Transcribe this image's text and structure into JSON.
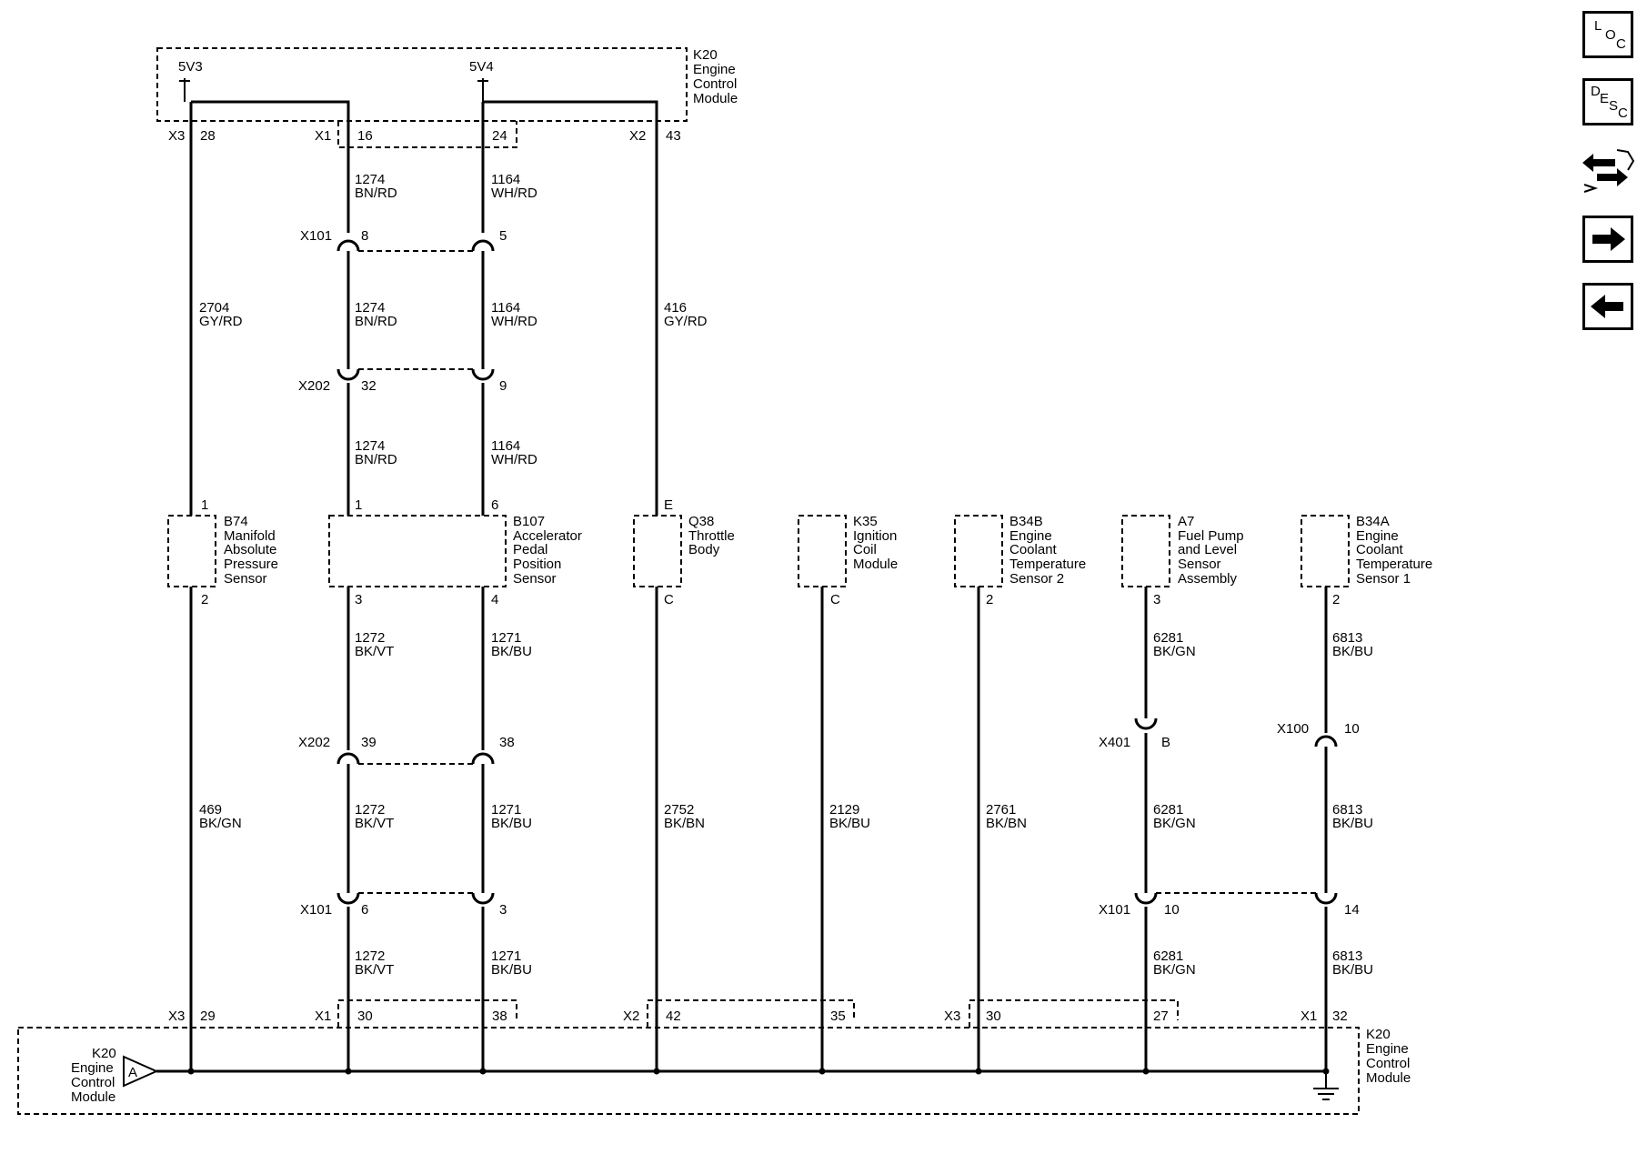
{
  "sidebar": {
    "loc": [
      "L",
      "O",
      "C"
    ],
    "desc": [
      "D",
      "E",
      "S",
      "C"
    ]
  },
  "ecm_top": {
    "ref": "K20",
    "name_lines": [
      "Engine",
      "Control",
      "Module"
    ]
  },
  "ecm_bottom": {
    "ref": "K20",
    "name_lines": [
      "Engine",
      "Control",
      "Module"
    ]
  },
  "ecm_left": {
    "ref": "K20",
    "name_lines": [
      "Engine",
      "Control",
      "Module"
    ],
    "ground_tag": "A"
  },
  "supplies": [
    "5V3",
    "5V4"
  ],
  "top_terminals": {
    "x3": "X3",
    "t28": "28",
    "x1": "X1",
    "t16": "16",
    "t24": "24",
    "x2": "X2",
    "t43": "43"
  },
  "bottom_terminals": {
    "x3a": "X3",
    "t29": "29",
    "x1a": "X1",
    "t30a": "30",
    "t38": "38",
    "x2": "X2",
    "t42": "42",
    "t35": "35",
    "x3b": "X3",
    "t30b": "30",
    "t27": "27",
    "x1b": "X1",
    "t32": "32"
  },
  "wires": {
    "w2704": [
      "2704",
      "GY/RD"
    ],
    "w1274a": [
      "1274",
      "BN/RD"
    ],
    "w1274b": [
      "1274",
      "BN/RD"
    ],
    "w1274c": [
      "1274",
      "BN/RD"
    ],
    "w1164a": [
      "1164",
      "WH/RD"
    ],
    "w1164b": [
      "1164",
      "WH/RD"
    ],
    "w1164c": [
      "1164",
      "WH/RD"
    ],
    "w416": [
      "416",
      "GY/RD"
    ],
    "w469": [
      "469",
      "BK/GN"
    ],
    "w1272a": [
      "1272",
      "BK/VT"
    ],
    "w1272b": [
      "1272",
      "BK/VT"
    ],
    "w1272c": [
      "1272",
      "BK/VT"
    ],
    "w1271a": [
      "1271",
      "BK/BU"
    ],
    "w1271b": [
      "1271",
      "BK/BU"
    ],
    "w1271c": [
      "1271",
      "BK/BU"
    ],
    "w2752": [
      "2752",
      "BK/BN"
    ],
    "w2129": [
      "2129",
      "BK/BU"
    ],
    "w2761": [
      "2761",
      "BK/BN"
    ],
    "w6281a": [
      "6281",
      "BK/GN"
    ],
    "w6281b": [
      "6281",
      "BK/GN"
    ],
    "w6281c": [
      "6281",
      "BK/GN"
    ],
    "w6813a": [
      "6813",
      "BK/BU"
    ],
    "w6813b": [
      "6813",
      "BK/BU"
    ],
    "w6813c": [
      "6813",
      "BK/BU"
    ]
  },
  "connectors": {
    "x101_top": {
      "name": "X101",
      "p1": "8",
      "p2": "5"
    },
    "x202_top": {
      "name": "X202",
      "p1": "32",
      "p2": "9"
    },
    "x202_bot": {
      "name": "X202",
      "p1": "39",
      "p2": "38"
    },
    "x101_bot": {
      "name": "X101",
      "p1": "6",
      "p2": "3"
    },
    "x401": {
      "name": "X401",
      "p1": "B"
    },
    "x100": {
      "name": "X100",
      "p1": "10"
    },
    "x101_right": {
      "name": "X101",
      "p1": "10",
      "p2": "14"
    }
  },
  "components": {
    "b74": {
      "pin_top": "1",
      "pin_bottom": "2",
      "lines": [
        "B74",
        "Manifold",
        "Absolute",
        "Pressure",
        "Sensor"
      ]
    },
    "b107": {
      "pin_tl": "1",
      "pin_tr": "6",
      "pin_bl": "3",
      "pin_br": "4",
      "lines": [
        "B107",
        "Accelerator",
        "Pedal",
        "Position",
        "Sensor"
      ]
    },
    "q38": {
      "pin_top": "E",
      "pin_bottom": "C",
      "lines": [
        "Q38",
        "Throttle",
        "Body"
      ]
    },
    "k35": {
      "pin_bottom": "C",
      "lines": [
        "K35",
        "Ignition",
        "Coil",
        "Module"
      ]
    },
    "b34b": {
      "pin_bottom": "2",
      "lines": [
        "B34B",
        "Engine",
        "Coolant",
        "Temperature",
        "Sensor 2"
      ]
    },
    "a7": {
      "pin_bottom": "3",
      "lines": [
        "A7",
        "Fuel Pump",
        "and Level",
        "Sensor",
        "Assembly"
      ]
    },
    "b34a": {
      "pin_bottom": "2",
      "lines": [
        "B34A",
        "Engine",
        "Coolant",
        "Temperature",
        "Sensor 1"
      ]
    }
  }
}
